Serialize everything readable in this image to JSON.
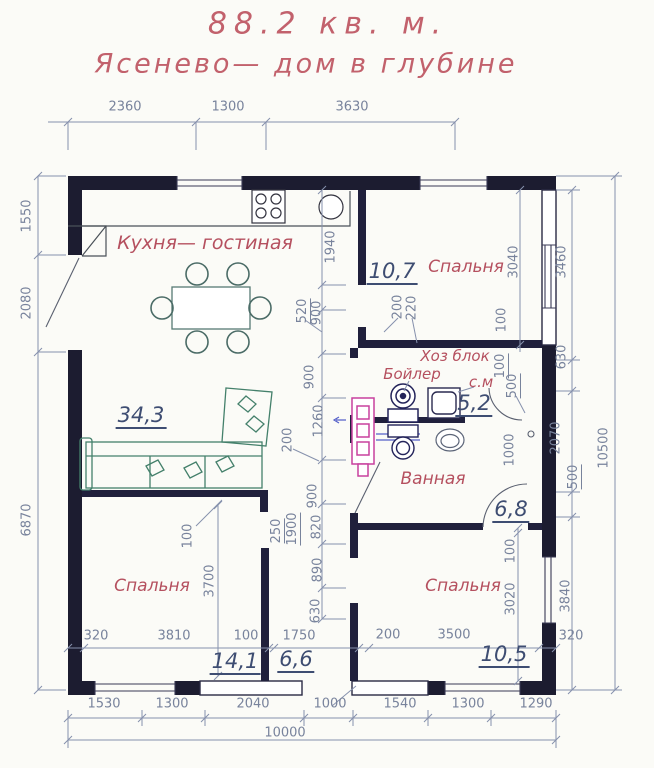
{
  "title": {
    "area": "88.2  кв. м.",
    "subtitle": "Ясенево— дом в глубине"
  },
  "rooms": {
    "kitchen_living": "Кухня— гостиная",
    "bedroom": "Спальня",
    "bathroom": "Ванная",
    "utility": "Хоз блок",
    "boiler": "Бойлер",
    "washing_machine": "с.м"
  },
  "areas": {
    "living": "34,3",
    "bedroom_top": "10,7",
    "utility": "5,2",
    "bathroom": "6,8",
    "bedroom_left": "14,1",
    "hall": "6,6",
    "bedroom_right": "10,5"
  },
  "dims": {
    "top": [
      "2360",
      "1300",
      "3630"
    ],
    "left": [
      "1550",
      "2080",
      "6870"
    ],
    "right": [
      "3460",
      "630",
      "2070",
      "500",
      "3840"
    ],
    "right_total": "10500",
    "center": [
      "1940",
      "520",
      "900",
      "900",
      "1260",
      "200",
      "900",
      "820",
      "890",
      "630"
    ],
    "bedroom_top": [
      "3040",
      "100",
      "200",
      "220"
    ],
    "utility": [
      "100",
      "500",
      "1000"
    ],
    "bedroom_right": [
      "100",
      "3020"
    ],
    "bedroom_left": [
      "100",
      "3700",
      "250",
      "1900"
    ],
    "bottom_inner": [
      "320",
      "3810",
      "100",
      "1750",
      "200",
      "3500",
      "320"
    ],
    "bottom": [
      "1530",
      "1300",
      "2040",
      "1000",
      "1540",
      "1300",
      "1290"
    ],
    "bottom_total": "10000"
  }
}
